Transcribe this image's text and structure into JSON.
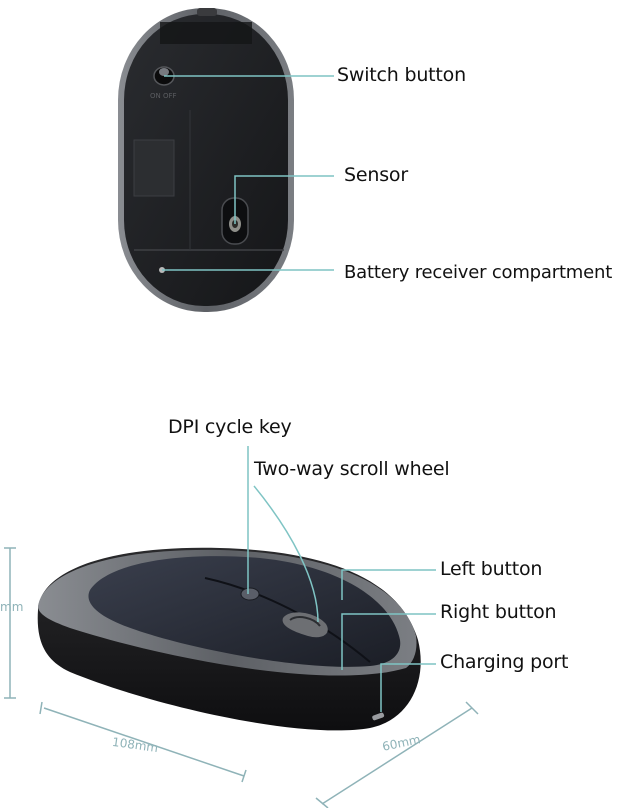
{
  "colors": {
    "callout_line": "#7fc4c4",
    "mouse_body": "#1f2124",
    "mouse_rim": "#6b6e73",
    "dimension": "#8fb3b8"
  },
  "callouts": {
    "switch_button": "Switch button",
    "sensor": "Sensor",
    "battery_compartment": "Battery receiver compartment",
    "dpi_key": "DPI cycle key",
    "scroll_wheel": "Two-way scroll wheel",
    "left_button": "Left button",
    "right_button": "Right button",
    "charging_port": "Charging port"
  },
  "dimensions": {
    "length": "108mm",
    "width": "60mm",
    "height": "mm"
  }
}
